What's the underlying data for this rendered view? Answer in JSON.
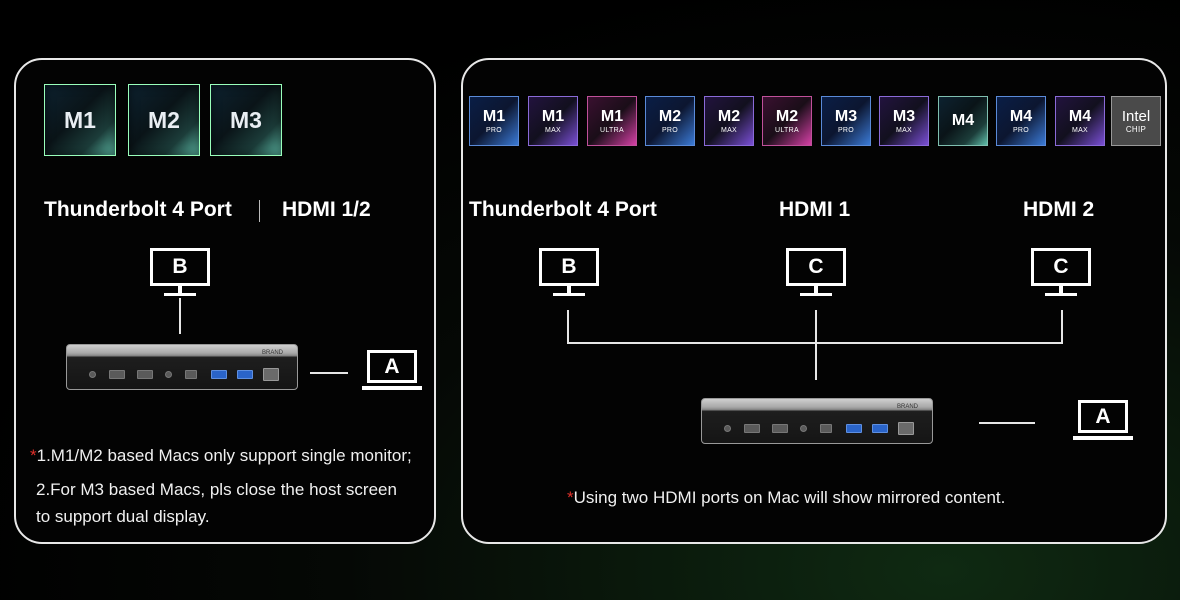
{
  "left_panel": {
    "chips": [
      "M1",
      "M2",
      "M3"
    ],
    "port_thunderbolt": "Thunderbolt 4 Port",
    "port_hdmi": "HDMI 1/2",
    "monitor_b": "B",
    "laptop_a": "A",
    "dock_brand": "BRAND",
    "note_star": "*",
    "note_line1": "1.M1/M2 based Macs only support single monitor;",
    "note_line2": "2.For M3 based Macs, pls close the host screen",
    "note_line3": "to support dual display."
  },
  "right_panel": {
    "chips": [
      {
        "main": "M1",
        "sub": "PRO"
      },
      {
        "main": "M1",
        "sub": "MAX"
      },
      {
        "main": "M1",
        "sub": "ULTRA"
      },
      {
        "main": "M2",
        "sub": "PRO"
      },
      {
        "main": "M2",
        "sub": "MAX"
      },
      {
        "main": "M2",
        "sub": "ULTRA"
      },
      {
        "main": "M3",
        "sub": "PRO"
      },
      {
        "main": "M3",
        "sub": "MAX"
      },
      {
        "main": "M4",
        "sub": ""
      },
      {
        "main": "M4",
        "sub": "PRO"
      },
      {
        "main": "M4",
        "sub": "MAX"
      },
      {
        "main": "Intel",
        "sub": "CHIP"
      }
    ],
    "port_thunderbolt": "Thunderbolt 4 Port",
    "port_hdmi1": "HDMI 1",
    "port_hdmi2": "HDMI 2",
    "monitor_b": "B",
    "monitor_c1": "C",
    "monitor_c2": "C",
    "laptop_a": "A",
    "dock_brand": "BRAND",
    "note_star": "*",
    "note": "Using two HDMI ports on Mac will show mirrored content."
  }
}
